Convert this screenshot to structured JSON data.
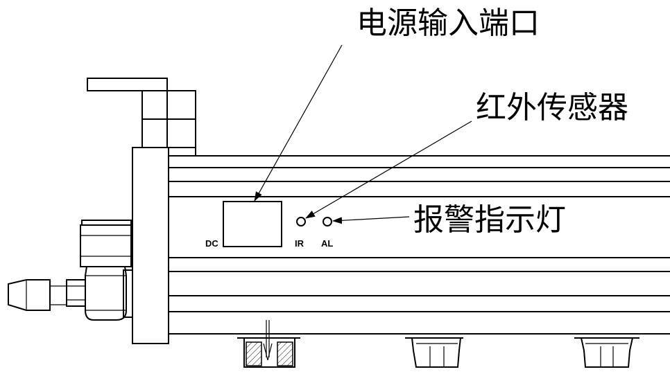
{
  "callouts": {
    "power_port": "电源输入端口",
    "ir_sensor": "红外传感器",
    "alarm_led": "报警指示灯"
  },
  "panel_labels": {
    "dc": "DC",
    "ir": "IR",
    "al": "AL"
  }
}
